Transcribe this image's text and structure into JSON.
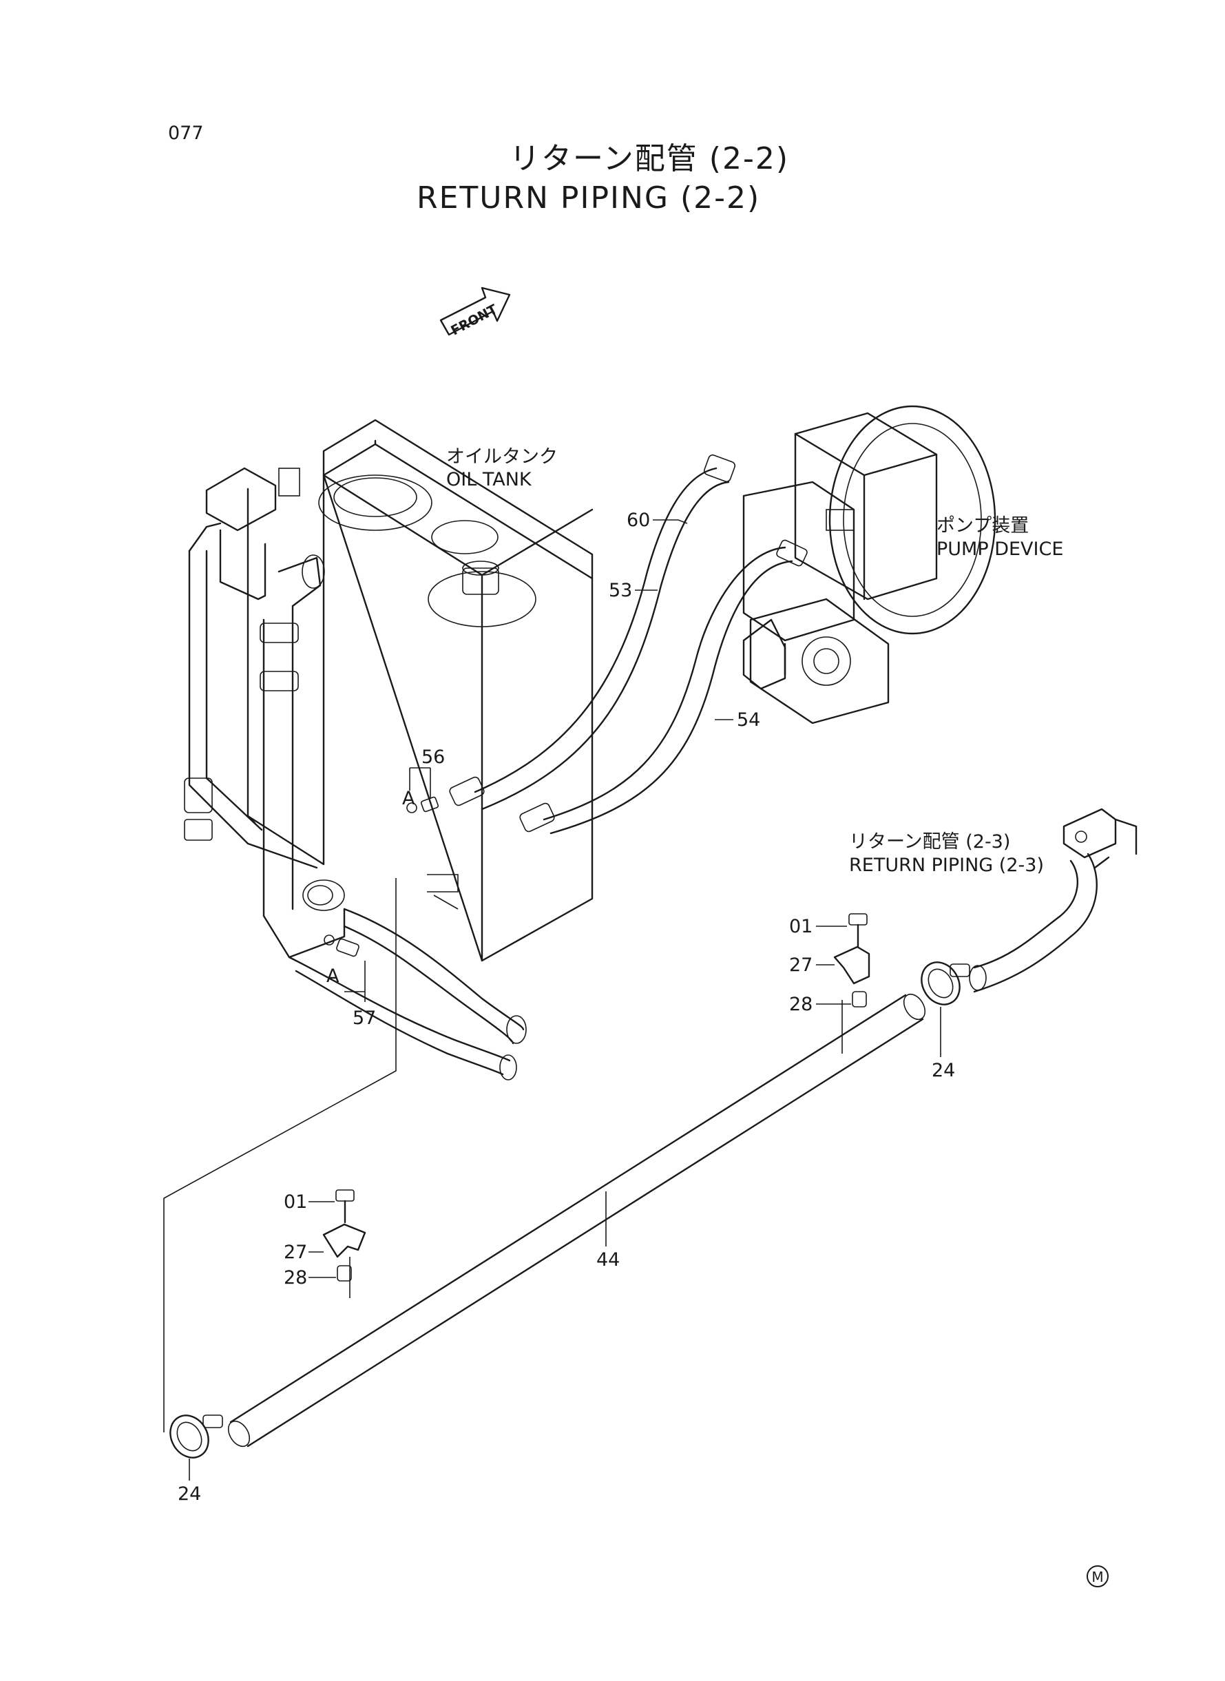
{
  "page_number": "077",
  "title_jp": "リターン配管 (2-2)",
  "title_en": "RETURN PIPING (2-2)",
  "front_label": "FRONT",
  "oil_tank": {
    "jp": "オイルタンク",
    "en": "OIL TANK"
  },
  "pump_device": {
    "jp": "ポンプ装置",
    "en": "PUMP DEVICE"
  },
  "return_ref": {
    "jp": "リターン配管 (2-3)",
    "en": "RETURN PIPING (2-3)"
  },
  "callouts": {
    "p60": "60",
    "p53": "53",
    "p54": "54",
    "p56": "56",
    "p57": "57",
    "a1": "A",
    "a2": "A",
    "p01a": "01",
    "p27a": "27",
    "p28a": "28",
    "p24a": "24",
    "p44": "44",
    "p01b": "01",
    "p27b": "27",
    "p28b": "28",
    "p24b": "24"
  },
  "mark": "M"
}
